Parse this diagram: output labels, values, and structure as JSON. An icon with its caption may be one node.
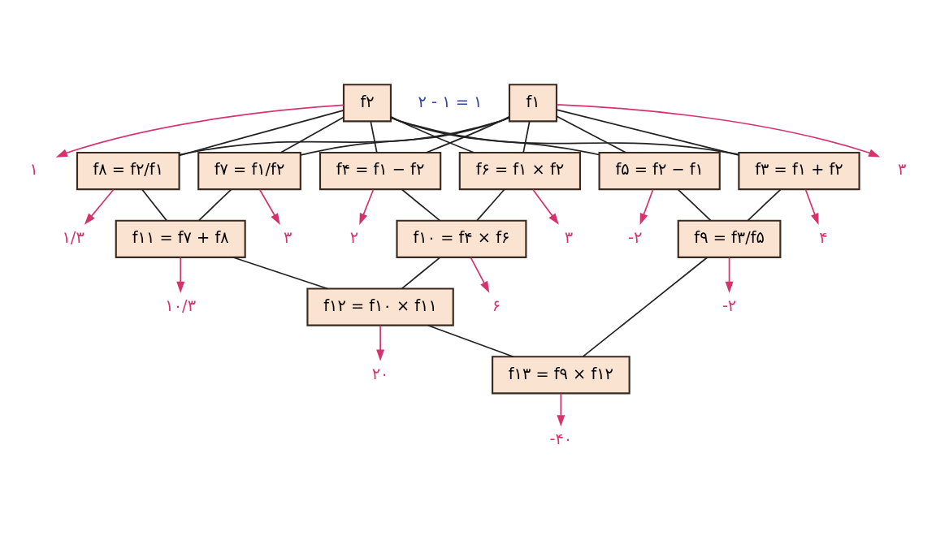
{
  "diagram": {
    "nodes": [
      {
        "text": [
          "f۱"
        ]
      },
      {
        "text": [
          "f۲"
        ]
      },
      {
        "text": [
          "f۳ = f۱ + f۲"
        ]
      },
      {
        "text": [
          "f۴ = f۱ − f۲"
        ]
      },
      {
        "text": [
          "f۵ = f۲ − f۱"
        ]
      },
      {
        "text": [
          "f۶ = f۱ × f۲"
        ]
      },
      {
        "text": [
          "f۷ = f۱/f۲"
        ]
      },
      {
        "text": [
          "f۸ = f۲/f۱"
        ]
      },
      {
        "text": [
          "f۹ = f۳/f۵"
        ]
      },
      {
        "text": [
          "f۱۰ = f۴ × f۶"
        ]
      },
      {
        "text": [
          "f۱۱ = f۷ + f۸"
        ]
      },
      {
        "text": [
          "f۱۲ = f۱۰ × f۱۱"
        ]
      },
      {
        "text": [
          "f۱۳ = f۹ × f۱۲"
        ]
      },
      {
        "text": [
          "۳"
        ]
      },
      {
        "text": [
          "۱"
        ]
      },
      {
        "text": [
          "۴"
        ]
      },
      {
        "text": [
          "۲"
        ]
      },
      {
        "text": [
          "-۲"
        ]
      },
      {
        "text": [
          "۳"
        ]
      },
      {
        "text": [
          "۳"
        ]
      },
      {
        "text": [
          "۱/۳"
        ]
      },
      {
        "text": [
          "-۲"
        ]
      },
      {
        "text": [
          "۶"
        ]
      },
      {
        "text": [
          "۱۰/۳"
        ]
      },
      {
        "text": [
          "۲۰"
        ]
      },
      {
        "text": [
          "-۴۰"
        ]
      }
    ],
    "edges": [
      {
        "from": 0,
        "to": 2,
        "arrow": "none"
      },
      {
        "from": 1,
        "to": 2,
        "arrow": "none"
      },
      {
        "from": 0,
        "to": 3,
        "arrow": "none"
      },
      {
        "from": 1,
        "to": 3,
        "arrow": "none"
      },
      {
        "from": 0,
        "to": 4,
        "arrow": "none"
      },
      {
        "from": 1,
        "to": 4,
        "arrow": "none"
      },
      {
        "from": 0,
        "to": 5,
        "arrow": "none"
      },
      {
        "from": 1,
        "to": 5,
        "arrow": "none"
      },
      {
        "from": 0,
        "to": 6,
        "arrow": "none"
      },
      {
        "from": 1,
        "to": 6,
        "arrow": "none"
      },
      {
        "from": 0,
        "to": 7,
        "arrow": "none"
      },
      {
        "from": 1,
        "to": 7,
        "arrow": "none"
      },
      {
        "from": 2,
        "to": 8,
        "arrow": "none"
      },
      {
        "from": 4,
        "to": 8,
        "arrow": "none"
      },
      {
        "from": 3,
        "to": 9,
        "arrow": "none"
      },
      {
        "from": 5,
        "to": 9,
        "arrow": "none"
      },
      {
        "from": 6,
        "to": 10,
        "arrow": "none"
      },
      {
        "from": 7,
        "to": 10,
        "arrow": "none"
      },
      {
        "from": 9,
        "to": 11,
        "arrow": "none"
      },
      {
        "from": 10,
        "to": 11,
        "arrow": "none"
      },
      {
        "from": 8,
        "to": 12,
        "arrow": "none"
      },
      {
        "from": 11,
        "to": 12,
        "arrow": "none"
      },
      {
        "from": 0,
        "to": 13,
        "arrow": "to",
        "color": "#d6336c"
      },
      {
        "from": 1,
        "to": 14,
        "arrow": "to",
        "color": "#d6336c"
      },
      {
        "from": 2,
        "to": 15,
        "arrow": "to",
        "color": "#d6336c"
      },
      {
        "from": 3,
        "to": 16,
        "arrow": "to",
        "color": "#d6336c"
      },
      {
        "from": 4,
        "to": 17,
        "arrow": "to",
        "color": "#d6336c"
      },
      {
        "from": 5,
        "to": 18,
        "arrow": "to",
        "color": "#d6336c"
      },
      {
        "from": 6,
        "to": 19,
        "arrow": "to",
        "color": "#d6336c"
      },
      {
        "from": 7,
        "to": 20,
        "arrow": "to",
        "color": "#d6336c"
      },
      {
        "from": 8,
        "to": 21,
        "arrow": "to",
        "color": "#d6336c"
      },
      {
        "from": 9,
        "to": 22,
        "arrow": "to",
        "color": "#d6336c"
      },
      {
        "from": 10,
        "to": 23,
        "arrow": "to",
        "color": "#d6336c"
      },
      {
        "from": 11,
        "to": 24,
        "arrow": "to",
        "color": "#d6336c"
      },
      {
        "from": 12,
        "to": 25,
        "arrow": "to",
        "color": "#d6336c"
      }
    ],
    "labels": [
      "۲ - ۱ = ۱"
    ]
  }
}
